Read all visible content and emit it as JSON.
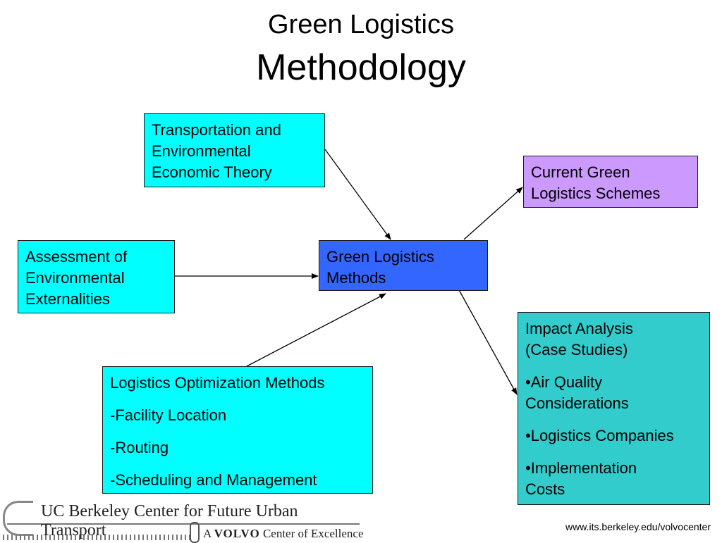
{
  "title": {
    "line1": "Green Logistics",
    "line2": "Methodology"
  },
  "boxes": {
    "transport": {
      "lines": [
        "Transportation and",
        "Environmental",
        "Economic Theory"
      ],
      "color": "#00ffff"
    },
    "assessment": {
      "lines": [
        "Assessment of",
        "Environmental",
        "Externalities"
      ],
      "color": "#00ffff"
    },
    "methods": {
      "lines": [
        "Green Logistics",
        "Methods"
      ],
      "color": "#3366ff"
    },
    "current": {
      "lines": [
        "Current Green",
        "Logistics Schemes"
      ],
      "color": "#cc99ff"
    },
    "optimization": {
      "items": [
        "Logistics Optimization Methods",
        "-Facility Location",
        "-Routing",
        "-Scheduling and Management"
      ],
      "color": "#00ffff"
    },
    "impact": {
      "heading": [
        "Impact Analysis",
        "(Case Studies)"
      ],
      "bullet1": [
        "•Air Quality",
        "Considerations"
      ],
      "bullet2": "•Logistics Companies",
      "bullet3": [
        "•Implementation",
        "Costs"
      ],
      "color": "#33cccc"
    }
  },
  "footer": {
    "logo_main": "UC Berkeley Center for Future Urban Transport",
    "logo_prefix": "A",
    "logo_brand": "VOLVO",
    "logo_suffix": "Center of Excellence",
    "url": "www.its.berkeley.edu/volvocenter"
  }
}
